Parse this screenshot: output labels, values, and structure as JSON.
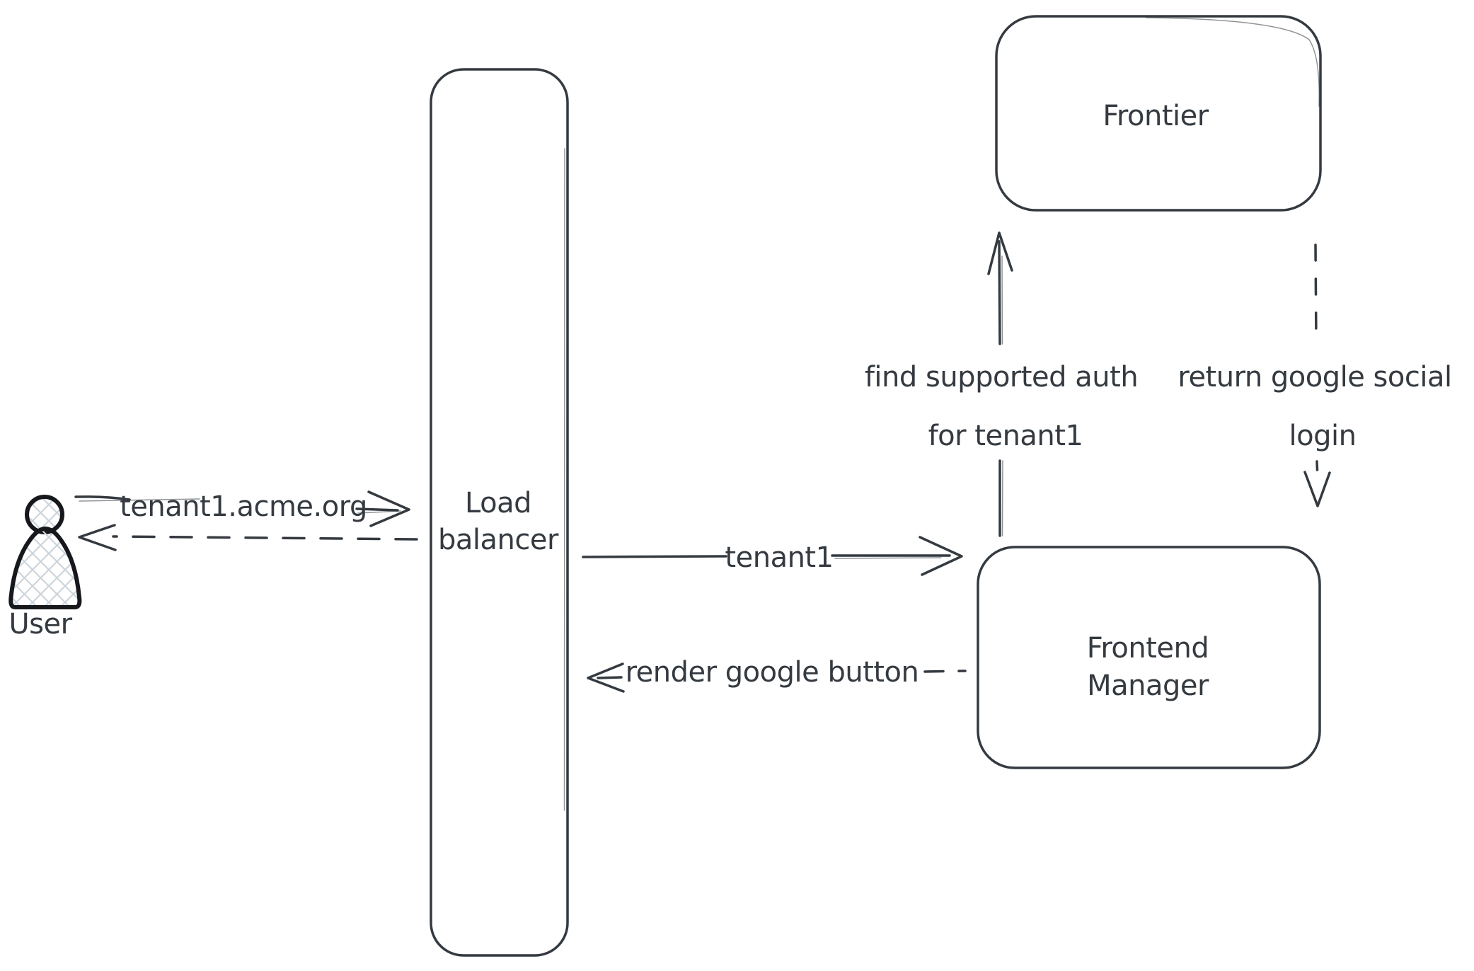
{
  "app": {
    "type": "hand-drawn architecture diagram",
    "background": "#ffffff"
  },
  "diagram": {
    "colors": {
      "stroke": "#343a40",
      "text": "#343a40",
      "user_stroke": "#16181c",
      "hatch": "#ccd5dc",
      "background": "#ffffff"
    },
    "nodes": {
      "user": {
        "shape": "actor",
        "label": "User"
      },
      "load_balancer": {
        "shape": "rounded-rect",
        "label": [
          "Load",
          "balancer"
        ]
      },
      "frontier": {
        "shape": "rounded-rect",
        "label": [
          "Frontier"
        ]
      },
      "frontend_manager": {
        "shape": "rounded-rect",
        "label": [
          "Frontend",
          "Manager"
        ]
      }
    },
    "edges": {
      "user_request": {
        "from": "user",
        "to": "load_balancer",
        "style": "solid-arrow",
        "label": "tenant1.acme.org"
      },
      "lb_response": {
        "from": "load_balancer",
        "to": "user",
        "style": "dashed-arrow"
      },
      "lb_forward": {
        "from": "load_balancer",
        "to": "frontend_manager",
        "style": "solid-arrow",
        "label": "tenant1"
      },
      "fm_render": {
        "from": "frontend_manager",
        "to": "load_balancer",
        "style": "dashed-arrow",
        "label": "render google button"
      },
      "fm_auth_query": {
        "from": "frontend_manager",
        "to": "frontier",
        "style": "solid-arrow",
        "label": [
          "find supported auth",
          "for tenant1"
        ]
      },
      "frontier_response": {
        "from": "frontier",
        "to": "frontend_manager",
        "style": "dashed-arrow",
        "label": [
          "return google social",
          "login"
        ]
      }
    }
  }
}
